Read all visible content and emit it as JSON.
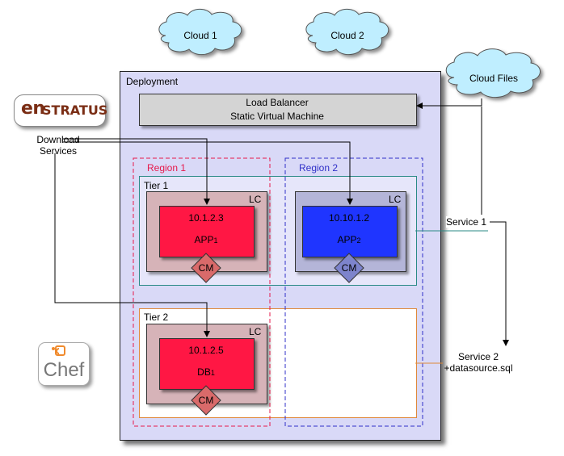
{
  "clouds": {
    "cloud1": "Cloud 1",
    "cloud2": "Cloud 2",
    "cloud_files": "Cloud Files"
  },
  "deployment": {
    "title": "Deployment",
    "load_balancer": {
      "line1": "Load Balancer",
      "line2": "Static Virtual Machine"
    },
    "region1": "Region 1",
    "region2": "Region 2",
    "tier1": "Tier 1",
    "tier2": "Tier 2",
    "lc_label": "LC",
    "cm_label": "CM",
    "app1": {
      "ip": "10.1.2.3",
      "name": "APP",
      "sub": "1"
    },
    "app2": {
      "ip": "10.10.1.2",
      "name": "APP",
      "sub": "2"
    },
    "db1": {
      "ip": "10.1.2.5",
      "name": "DB",
      "sub": "1"
    }
  },
  "enstratus": {
    "logo_en": "en",
    "logo_stratus": "STRATUS",
    "download_line1": "Download",
    "download_line2": "Services"
  },
  "chef": {
    "logo_text": "Chef"
  },
  "services": {
    "service1": "Service 1",
    "service2_line1": "Service 2",
    "service2_line2": "+datasource.sql"
  },
  "colors": {
    "cloud_fill": "#bfeeff",
    "deployment_fill": "#d9d9f7",
    "vm_red": "#ff1744",
    "vm_blue": "#1f35ff",
    "region1_border": "#e6194b",
    "region2_border": "#3030c8",
    "tier1_border": "#2a8a86",
    "tier2_border": "#e0893a",
    "enstratus_brand": "#7a2d14",
    "chef_brand": "#f08a2c"
  }
}
